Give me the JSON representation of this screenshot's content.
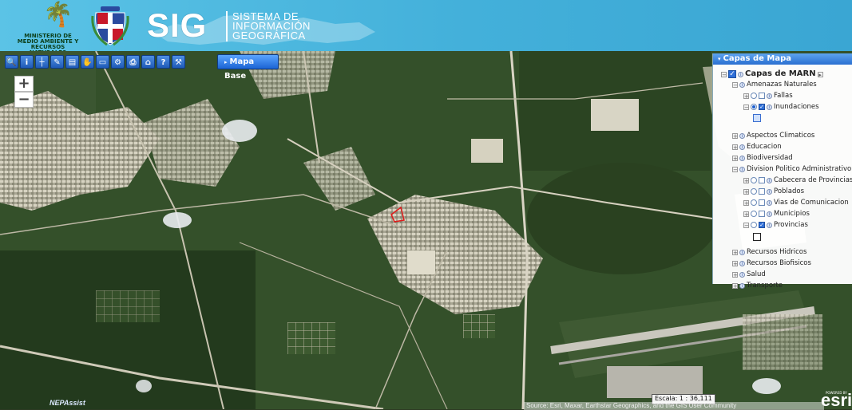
{
  "header": {
    "ministry_line1": "MINISTERIO DE",
    "ministry_line2": "MEDIO AMBIENTE Y",
    "ministry_line3": "RECURSOS NATURALES",
    "sig_logo": "SIG",
    "sig_subtitle_line1": "SISTEMA DE",
    "sig_subtitle_line2": "INFORMACIÓN",
    "sig_subtitle_line3": "GEOGRÁFICA"
  },
  "toolbar": {
    "icons": [
      "search-icon",
      "info-icon",
      "measure-icon",
      "draw-icon",
      "list-icon",
      "layers-icon",
      "scale-icon",
      "tools-icon",
      "print-icon",
      "home-icon",
      "help-icon",
      "settings-icon"
    ],
    "glyphs": [
      "🔍",
      "i",
      "┼",
      "✎",
      "▤",
      "✋",
      "▭",
      "⚙",
      "⎙",
      "⌂",
      "?",
      "⚒"
    ],
    "basemap_arrow": "▸",
    "basemap_label": "Mapa Base"
  },
  "zoom": {
    "in_label": "+",
    "out_label": "−"
  },
  "layers_panel": {
    "title_arrow": "▾",
    "title": "Capas de Mapa",
    "root": "Capas de MARN",
    "items": {
      "amenazas": "Amenazas Naturales",
      "fallas": "Fallas",
      "inundaciones": "Inundaciones",
      "clima": "Aspectos Climaticos",
      "educacion": "Educacion",
      "biodiversidad": "Biodiversidad",
      "division": "Division Politico Administrativo",
      "cabecera": "Cabecera de Provincias",
      "poblados": "Poblados",
      "vias": "Vias de Comunicacion",
      "municipios": "Municipios",
      "provincias": "Provincias",
      "hidricos": "Recursos Hidricos",
      "biofisicos": "Recursos Biofisicos",
      "salud": "Salud",
      "transporte": "Transporte"
    }
  },
  "map": {
    "nepassist": "NEPAssist",
    "scale": "Escala: 1 : 36,111",
    "attribution": "Source: Esri, Maxar, Earthstar Geographics, and the GIS User Community",
    "esri_logo": "esri",
    "powered_by": "POWERED BY",
    "colors": {
      "vegetation": "#2f4a28",
      "urban": "#b9b7a6",
      "road": "#d8d4c4",
      "selection": "#e01b1b"
    }
  }
}
